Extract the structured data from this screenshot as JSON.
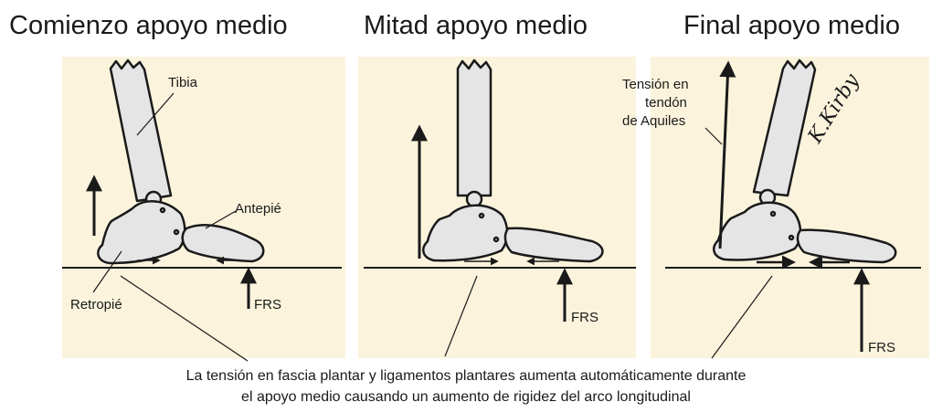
{
  "titles": {
    "early": "Comienzo apoyo medio",
    "mid": "Mitad apoyo medio",
    "late": "Final apoyo medio"
  },
  "labels": {
    "tibia": "Tibia",
    "forefoot": "Antepié",
    "rearfoot": "Retropié",
    "grf": "FRS",
    "achilles": [
      "Tensión en",
      "tendón",
      "de Aquiles"
    ]
  },
  "signature": "K.Kirby",
  "caption": [
    "La tensión en fascia plantar y ligamentos plantares aumenta automáticamente durante",
    "el apoyo medio causando un aumento de rigidez del arco longitudinal"
  ],
  "colors": {
    "background": "#ffffff",
    "panel": "#fbf3dc",
    "bone": "#e5e5e5",
    "ink": "#1a1a1a"
  }
}
